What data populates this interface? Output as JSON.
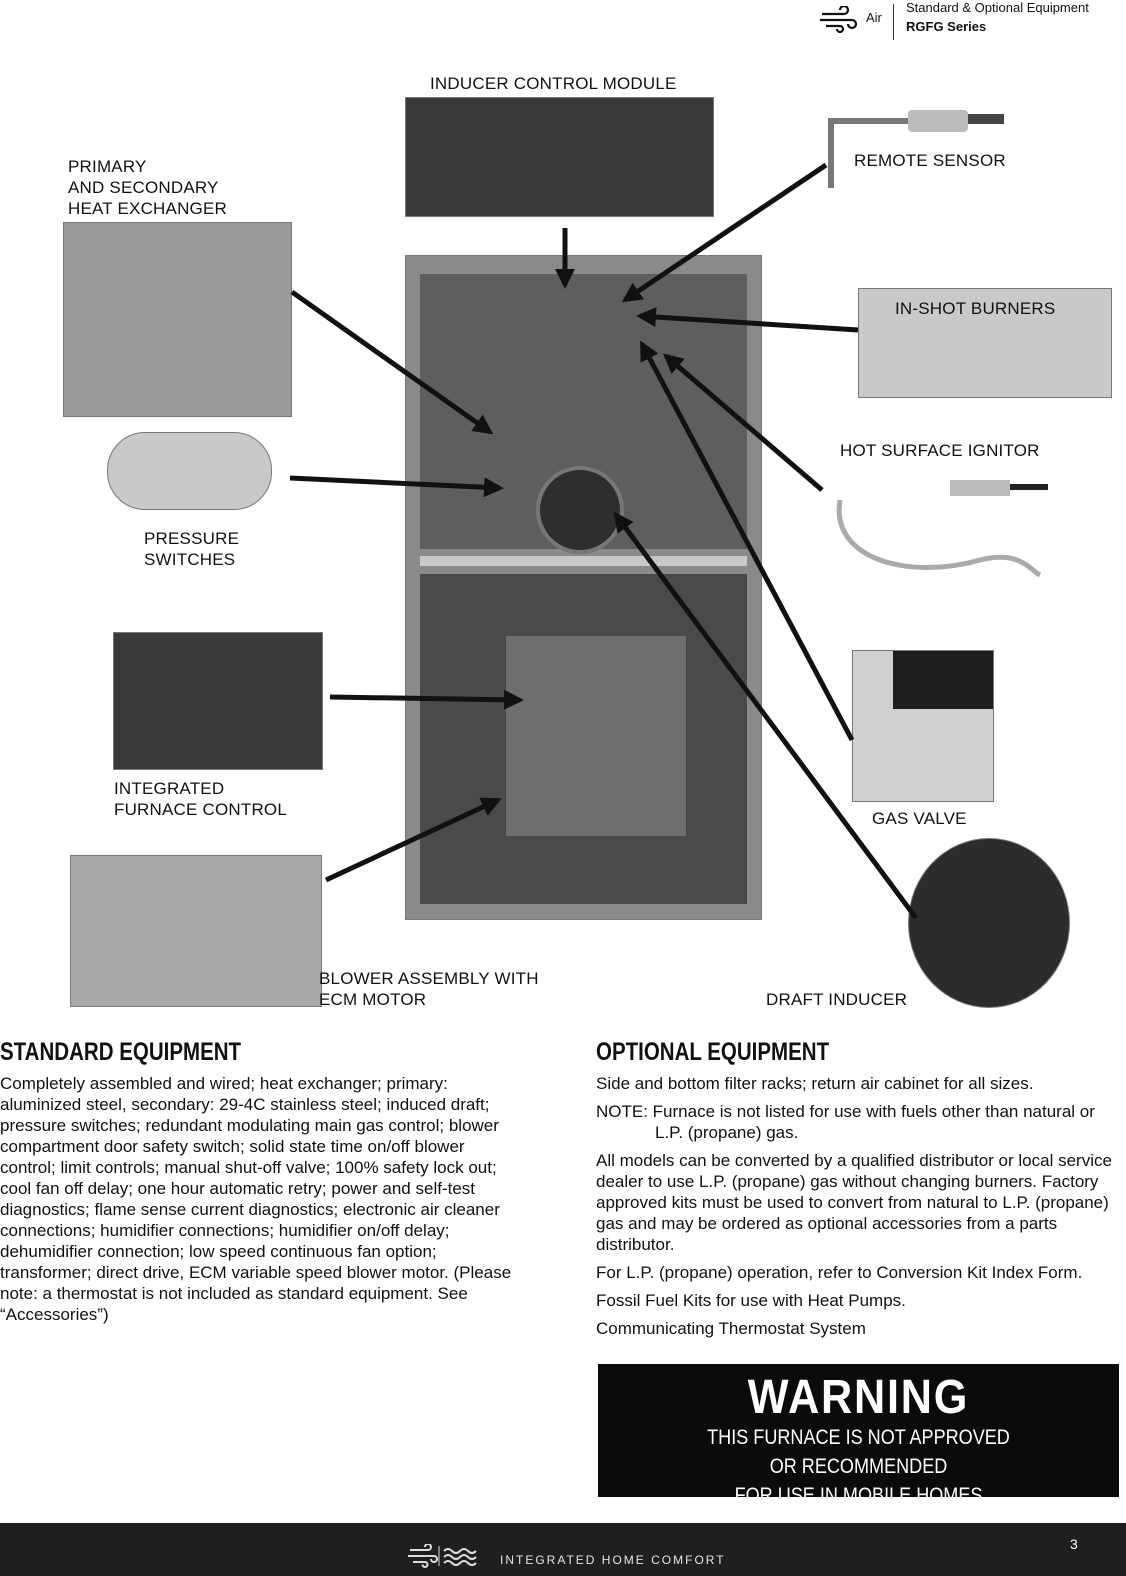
{
  "header": {
    "air_label": "Air",
    "title_line1": "Standard & Optional Equipment",
    "title_line2": "RGFG Series"
  },
  "callouts": {
    "inducer_control_module": "INDUCER CONTROL MODULE",
    "heat_exchanger": "PRIMARY\nAND SECONDARY\nHEAT EXCHANGER",
    "remote_sensor": "REMOTE SENSOR",
    "inshot_burners": "IN-SHOT BURNERS",
    "hot_surface_ignitor": "HOT SURFACE IGNITOR",
    "pressure_switches": "PRESSURE\nSWITCHES",
    "integrated_furnace_control": "INTEGRATED\nFURNACE CONTROL",
    "gas_valve": "GAS VALVE",
    "blower_assembly": "BLOWER ASSEMBLY WITH\nECM MOTOR",
    "draft_inducer": "DRAFT INDUCER"
  },
  "standard": {
    "heading": "STANDARD EQUIPMENT",
    "body": "Completely assembled and wired; heat exchanger; primary: aluminized steel, secondary: 29-4C stainless steel; induced draft; pressure switches; redundant modulating main gas control; blower compartment door safety switch; solid state time on/off blower control; limit controls; manual shut-off valve; 100% safety lock out; cool fan off delay; one hour automatic retry; power and self-test diagnostics; flame sense current diagnostics; electronic air cleaner connections; humidifier connections; humidifier on/off delay; dehumidifier connection; low speed continuous fan option; transformer; direct drive, ECM variable speed blower motor. (Please note: a thermostat is not included as standard equipment. See “Accessories”)"
  },
  "optional": {
    "heading": "OPTIONAL EQUIPMENT",
    "p1": "Side and bottom filter racks; return air cabinet for all sizes.",
    "note": "NOTE: Furnace is not listed for use with fuels other than natural or L.P. (propane) gas.",
    "p2": "All models can be converted by a qualified distributor or local service dealer to use L.P. (propane) gas without changing burners. Factory approved kits must be used to convert from natural to L.P. (propane) gas and may be ordered as optional accessories from a parts distributor.",
    "p3": "For L.P. (propane) operation, refer to Conversion Kit Index Form.",
    "p4": "Fossil Fuel Kits for use with Heat Pumps.",
    "p5": "Communicating Thermostat System"
  },
  "warning": {
    "title": "WARNING",
    "line1": "THIS FURNACE IS NOT APPROVED",
    "line2": "OR RECOMMENDED",
    "line3": "FOR USE IN MOBILE HOMES"
  },
  "footer": {
    "brand": "INTEGRATED HOME COMFORT",
    "page_number": "3"
  },
  "icons": [
    "air-icon",
    "air-water-icon"
  ]
}
